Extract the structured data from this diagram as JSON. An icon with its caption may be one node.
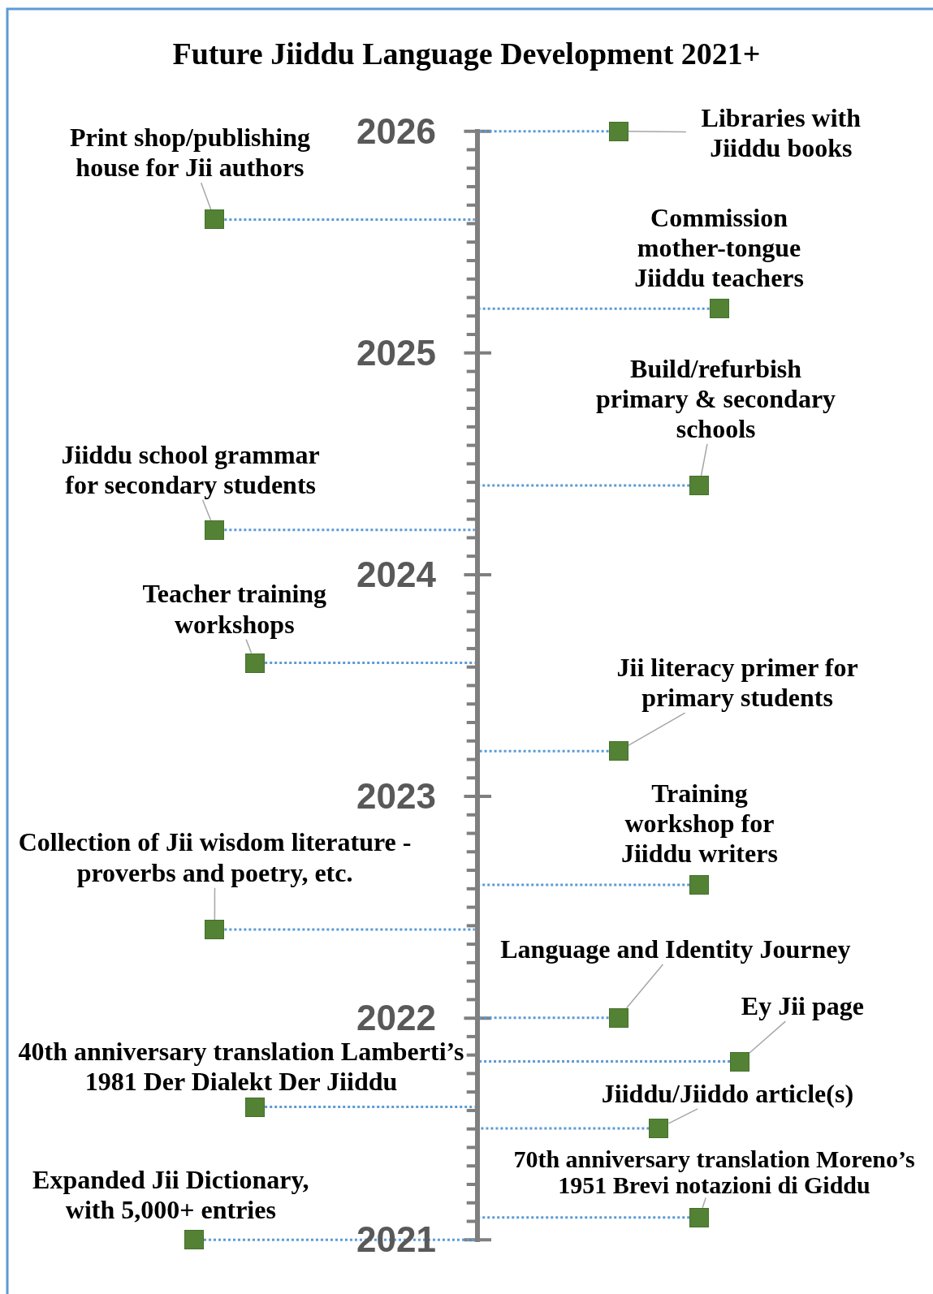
{
  "diagram": {
    "title": "Future Jiiddu Language Development 2021+",
    "nodes": [
      {
        "text": [],
        "shape": "bar"
      },
      {
        "text": [
          "Libraries with Jiiddu books"
        ]
      },
      {
        "text": [],
        "shape": "box"
      },
      {
        "text": [
          "Print shop/publishing house for Jii authors"
        ]
      },
      {
        "text": [],
        "shape": "box"
      },
      {
        "text": [
          "Commission mother-tongue Jiiddu teachers"
        ]
      },
      {
        "text": [],
        "shape": "box"
      },
      {
        "text": [
          "Build/refurbish primary & secondary schools"
        ]
      },
      {
        "text": [],
        "shape": "box"
      },
      {
        "text": [
          "Jiiddu school grammar for secondary students"
        ]
      },
      {
        "text": [],
        "shape": "box"
      },
      {
        "text": [
          "Teacher training workshops"
        ]
      },
      {
        "text": [],
        "shape": "box"
      },
      {
        "text": [
          "Jii literacy primer for primary students"
        ]
      },
      {
        "text": [],
        "shape": "box"
      },
      {
        "text": [
          "Training workshop for Jiiddu writers"
        ]
      },
      {
        "text": [],
        "shape": "box"
      },
      {
        "text": [
          "Collection of Jii wisdom literature - proverbs and poetry, etc."
        ]
      },
      {
        "text": [],
        "shape": "box"
      },
      {
        "text": [
          "Language and Identity Journey"
        ]
      },
      {
        "text": [],
        "shape": "box"
      },
      {
        "text": [
          "Ey Jii page"
        ]
      },
      {
        "text": [],
        "shape": "box"
      },
      {
        "text": [
          "40th anniversary translation Lamberti’s 1981 Der Dialekt Der Jiiddu"
        ]
      },
      {
        "text": [],
        "shape": "box"
      },
      {
        "text": [
          "Jiiddu/Jiiddo article(s)"
        ]
      },
      {
        "text": [],
        "shape": "box"
      },
      {
        "text": [
          "70th anniversary translation Moreno’s 1951 Brevi notazioni di Giddu"
        ]
      },
      {
        "text": [],
        "shape": "box"
      },
      {
        "text": [
          "Expanded Jii Dictionary, with 5,000+ entries"
        ]
      },
      {
        "text": [],
        "shape": "box"
      }
    ],
    "edges": [
      {
        "from": 2,
        "to": 0,
        "arrow": "none",
        "style": "dashed"
      },
      {
        "from": 1,
        "to": 2,
        "arrow": "none",
        "color": "#a6a6a6"
      },
      {
        "from": 4,
        "to": 0,
        "arrow": "none",
        "style": "dashed"
      },
      {
        "from": 3,
        "to": 4,
        "arrow": "none",
        "color": "#a6a6a6"
      },
      {
        "from": 6,
        "to": 0,
        "arrow": "none",
        "style": "dashed"
      },
      {
        "from": 8,
        "to": 0,
        "arrow": "none",
        "style": "dashed"
      },
      {
        "from": 7,
        "to": 8,
        "arrow": "none",
        "color": "#a6a6a6"
      },
      {
        "from": 10,
        "to": 0,
        "arrow": "none",
        "style": "dashed"
      },
      {
        "from": 9,
        "to": 10,
        "arrow": "none",
        "color": "#a6a6a6"
      },
      {
        "from": 12,
        "to": 0,
        "arrow": "none",
        "style": "dashed"
      },
      {
        "from": 11,
        "to": 12,
        "arrow": "none",
        "color": "#a6a6a6"
      },
      {
        "from": 14,
        "to": 0,
        "arrow": "none",
        "style": "dashed"
      },
      {
        "from": 13,
        "to": 14,
        "arrow": "none",
        "color": "#a6a6a6"
      },
      {
        "from": 16,
        "to": 0,
        "arrow": "none",
        "style": "dashed"
      },
      {
        "from": 18,
        "to": 0,
        "arrow": "none",
        "style": "dashed"
      },
      {
        "from": 17,
        "to": 18,
        "arrow": "none",
        "color": "#a6a6a6"
      },
      {
        "from": 20,
        "to": 0,
        "arrow": "none",
        "style": "dashed"
      },
      {
        "from": 19,
        "to": 20,
        "arrow": "none",
        "color": "#a6a6a6"
      },
      {
        "from": 22,
        "to": 0,
        "arrow": "none",
        "style": "dashed"
      },
      {
        "from": 21,
        "to": 22,
        "arrow": "none",
        "color": "#a6a6a6"
      },
      {
        "from": 24,
        "to": 0,
        "arrow": "none",
        "style": "dashed"
      },
      {
        "from": 26,
        "to": 0,
        "arrow": "none",
        "style": "dashed"
      },
      {
        "from": 25,
        "to": 26,
        "arrow": "none",
        "color": "#a6a6a6"
      },
      {
        "from": 28,
        "to": 0,
        "arrow": "none",
        "style": "dashed"
      },
      {
        "from": 27,
        "to": 28,
        "arrow": "none",
        "color": "#a6a6a6"
      },
      {
        "from": 30,
        "to": 0,
        "arrow": "none",
        "style": "dashed"
      }
    ],
    "labels": [
      "2026",
      "2025",
      "2024",
      "2023",
      "2022",
      "2021"
    ]
  }
}
